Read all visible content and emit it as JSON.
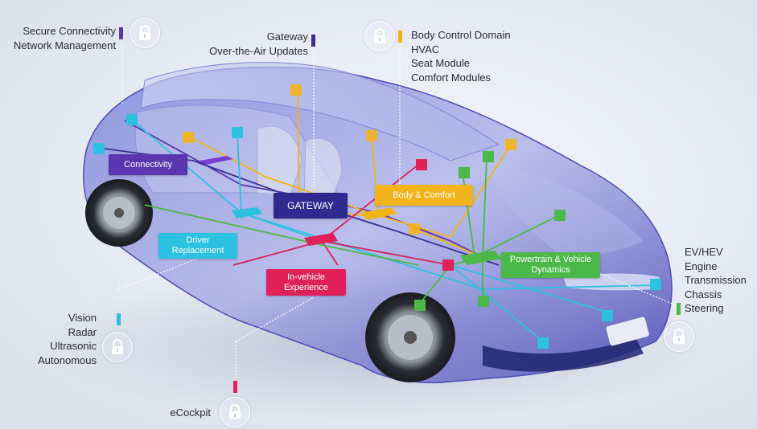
{
  "colors": {
    "connectivity": "#5b36b0",
    "gateway": "#3a2f9a",
    "body": "#f3b31b",
    "driver": "#2cc1e0",
    "invehicle": "#e0215a",
    "powertrain": "#4cb847"
  },
  "groups": {
    "connectivity": {
      "lines": [
        "Secure Connectivity",
        "Network Management"
      ]
    },
    "gateway": {
      "lines": [
        "Gateway",
        "Over-the-Air Updates"
      ]
    },
    "body": {
      "lines": [
        "Body Control Domain",
        "HVAC",
        "Seat Module",
        "Comfort Modules"
      ]
    },
    "powertrain": {
      "lines": [
        "EV/HEV",
        "Engine",
        "Transmission",
        "Chassis",
        "Steering"
      ]
    },
    "driver": {
      "lines": [
        "Vision",
        "Radar",
        "Ultrasonic",
        "Autonomous"
      ]
    },
    "invehicle": {
      "lines": [
        "eCockpit"
      ]
    }
  },
  "tags": {
    "connectivity": [
      "Connectivity"
    ],
    "gateway": [
      "GATEWAY"
    ],
    "body": [
      "Body & Comfort"
    ],
    "driver": [
      "Driver",
      "Replacement"
    ],
    "invehicle": [
      "In-vehicle",
      "Experience"
    ],
    "powertrain": [
      "Powertrain & Vehicle",
      "Dynamics"
    ]
  },
  "icons": {
    "lock": "lock-icon",
    "car": "car-illustration"
  }
}
